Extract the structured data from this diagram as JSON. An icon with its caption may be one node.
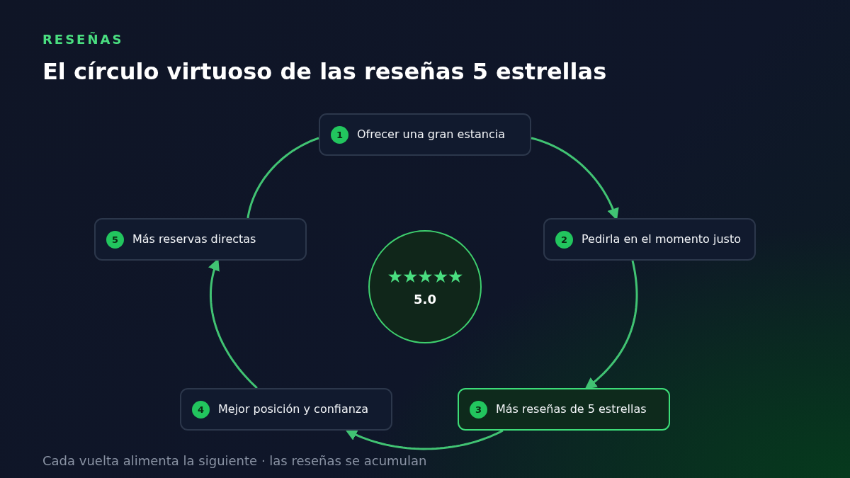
{
  "diagram": {
    "title": "El círculo virtuoso de las reseñas 5 estrellas",
    "caption": "Cada vuelta alimenta la siguiente · las reseñas se acumulan",
    "nodes": [
      {
        "text": [
          "1",
          "Ofrecer una gran estancia"
        ]
      },
      {
        "text": [
          "2",
          "Pedirla en el momento justo"
        ]
      },
      {
        "text": [
          "3",
          "Más reseñas de 5 estrellas"
        ]
      },
      {
        "text": [
          "4",
          "Mejor posición y confianza"
        ]
      },
      {
        "text": [
          "5",
          "Más reservas directas"
        ]
      },
      {
        "text": [
          "★★★★★",
          "5.0"
        ]
      }
    ],
    "edges": [
      {
        "from": 0,
        "to": 1,
        "arrow": "to"
      },
      {
        "from": 1,
        "to": 2,
        "arrow": "to"
      },
      {
        "from": 2,
        "to": 3,
        "arrow": "to"
      },
      {
        "from": 3,
        "to": 4,
        "arrow": "to"
      },
      {
        "from": 4,
        "to": 0,
        "arrow": "none"
      }
    ],
    "labels": [
      "RESEÑAS"
    ]
  }
}
